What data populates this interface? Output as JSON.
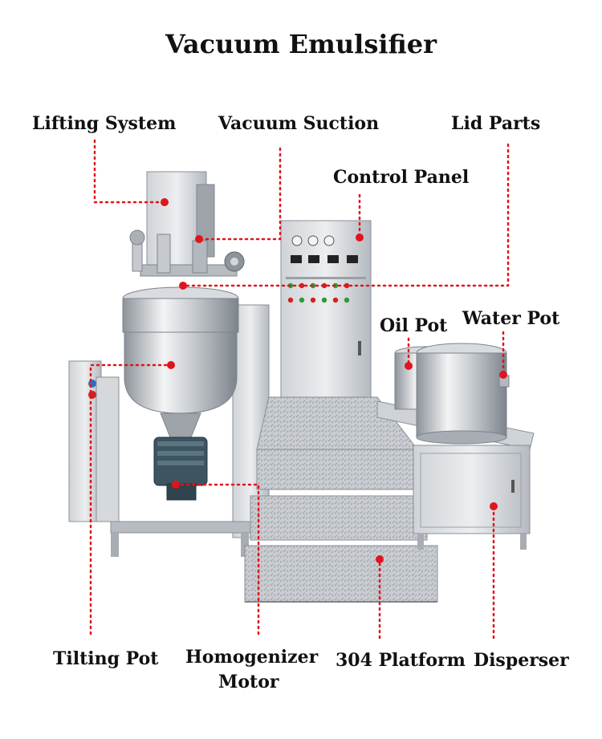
{
  "title": "Vacuum Emulsifier",
  "labels": {
    "lifting_system": "Lifting System",
    "vacuum_suction": "Vacuum Suction",
    "lid_parts": "Lid Parts",
    "control_panel": "Control Panel",
    "oil_pot": "Oil Pot",
    "water_pot": "Water Pot",
    "tilting_pot": "Tilting Pot",
    "homogenizer_line1": "Homogenizer",
    "homogenizer_line2": "Motor",
    "platform": "304 Platform",
    "disperser": "Disperser"
  },
  "colors": {
    "leader": "#e0141e",
    "steel_light": "#e8eaec",
    "steel_mid": "#b9bec4",
    "steel_dark": "#7d848c",
    "motor": "#3d5560",
    "panel_button_green": "#2e9a3a",
    "panel_button_red": "#d42020"
  }
}
